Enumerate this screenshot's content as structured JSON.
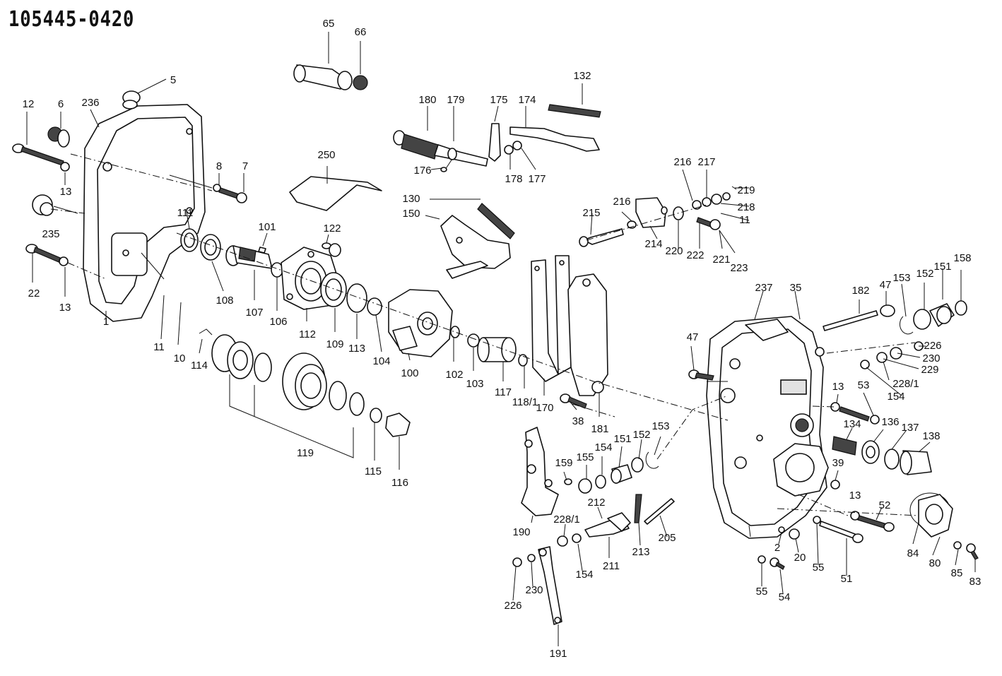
{
  "diagram": {
    "part_number": "105445-0420",
    "callouts": [
      "65",
      "66",
      "5",
      "12",
      "6",
      "236",
      "8",
      "7",
      "13",
      "235",
      "111",
      "101",
      "122",
      "250",
      "180",
      "179",
      "175",
      "174",
      "132",
      "176",
      "178",
      "177",
      "130",
      "150",
      "216",
      "217",
      "219",
      "218",
      "11",
      "215",
      "216",
      "214",
      "220",
      "222",
      "221",
      "223",
      "22",
      "13",
      "108",
      "107",
      "106",
      "112",
      "109",
      "113",
      "104",
      "100",
      "102",
      "103",
      "117",
      "118/1",
      "170",
      "181",
      "1",
      "11",
      "10",
      "114",
      "119",
      "115",
      "116",
      "237",
      "35",
      "182",
      "47",
      "153",
      "152",
      "151",
      "158",
      "226",
      "230",
      "229",
      "228/1",
      "154",
      "47",
      "13",
      "53",
      "136",
      "137",
      "138",
      "134",
      "39",
      "13",
      "52",
      "84",
      "80",
      "85",
      "83",
      "38",
      "159",
      "155",
      "154",
      "151",
      "152",
      "153",
      "212",
      "213",
      "205",
      "190",
      "228/1",
      "154",
      "211",
      "226",
      "230",
      "191",
      "2",
      "20",
      "55",
      "51",
      "55",
      "54"
    ]
  }
}
